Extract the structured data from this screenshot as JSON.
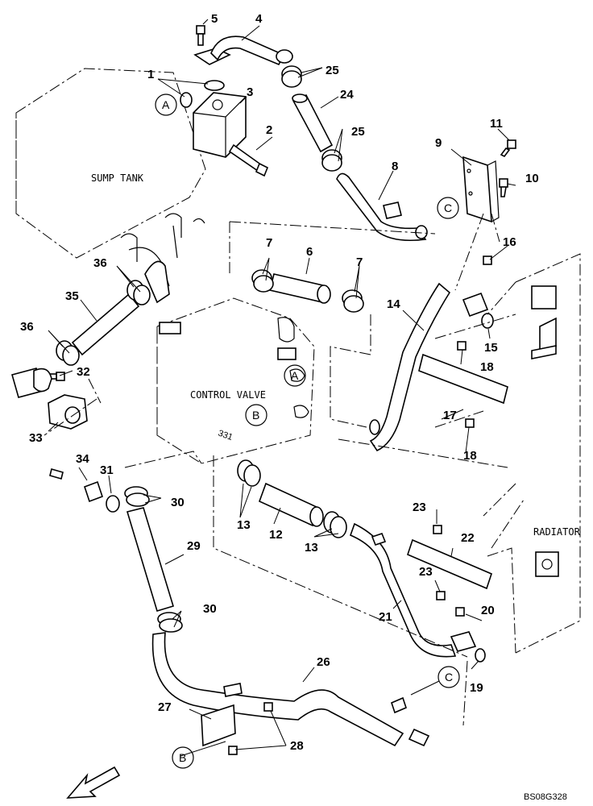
{
  "diagram": {
    "labels": {
      "sump_tank": "SUMP TANK",
      "control_valve": "CONTROL VALVE",
      "radiator": "RADIATOR",
      "drawing_code": "BS08G328"
    },
    "ref_marks": [
      "A",
      "B",
      "C"
    ],
    "part_numbers": [
      "1",
      "2",
      "3",
      "4",
      "5",
      "6",
      "7",
      "8",
      "9",
      "10",
      "11",
      "12",
      "13",
      "14",
      "15",
      "16",
      "17",
      "18",
      "19",
      "20",
      "21",
      "22",
      "23",
      "24",
      "25",
      "26",
      "27",
      "28",
      "29",
      "30",
      "31",
      "32",
      "33",
      "34",
      "35",
      "36"
    ]
  }
}
